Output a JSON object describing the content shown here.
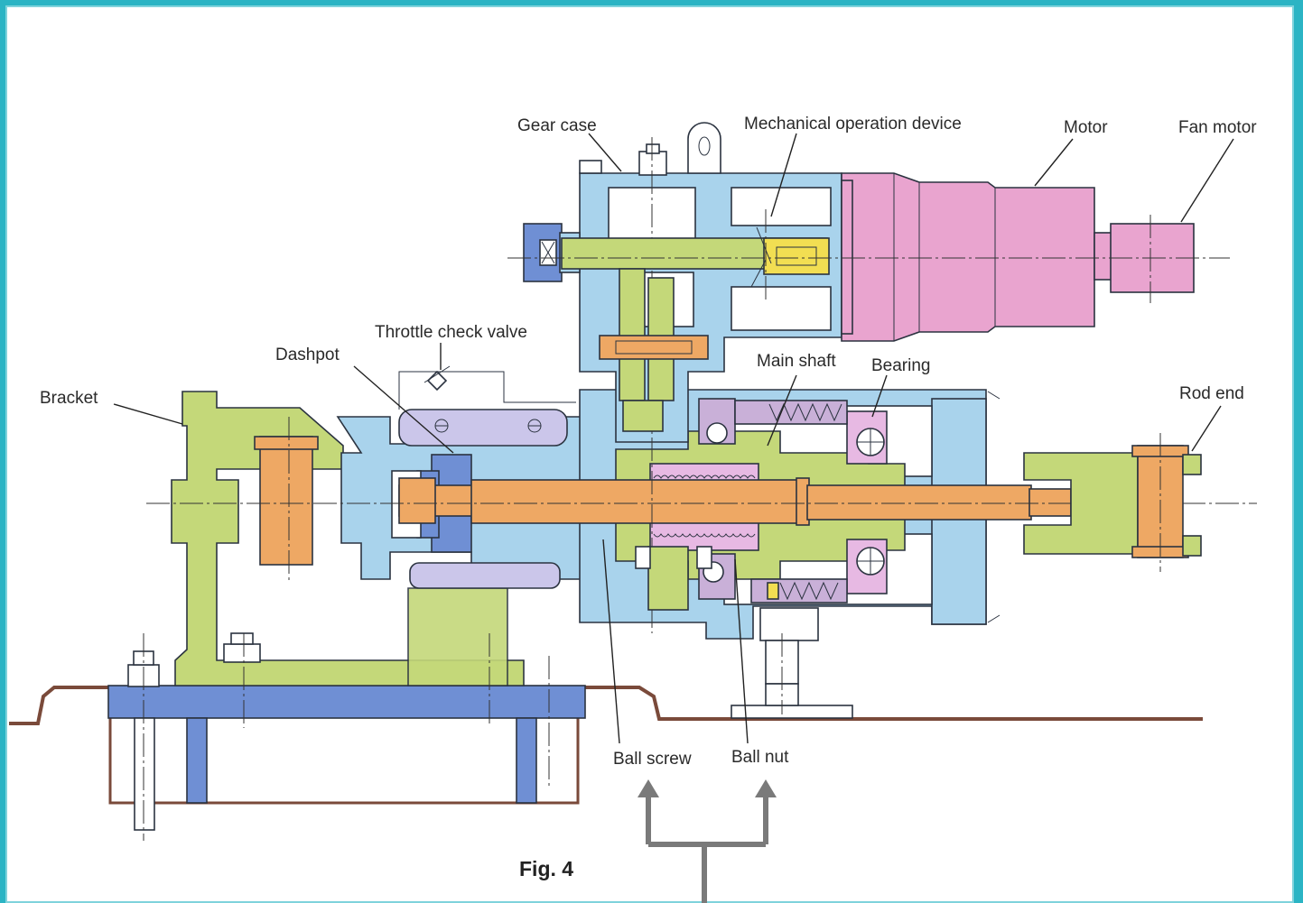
{
  "labels": {
    "gear_case": "Gear case",
    "mechanical_operation_device": "Mechanical operation device",
    "motor": "Motor",
    "fan_motor": "Fan motor",
    "throttle_check_valve": "Throttle check valve",
    "dashpot": "Dashpot",
    "main_shaft": "Main shaft",
    "bearing": "Bearing",
    "bracket": "Bracket",
    "rod_end": "Rod end",
    "ball_screw": "Ball screw",
    "ball_nut": "Ball nut"
  },
  "figure_caption": "Fig. 4",
  "colors": {
    "background_border": "#2bb4c4",
    "light_blue_casing": "#a9d3ec",
    "dark_blue_parts": "#6f8fd4",
    "yellow_green_parts": "#c4d879",
    "orange_shaft": "#eea864",
    "pink_motor": "#e9a4cf",
    "lavender_parts": "#c9b0d8",
    "yellow_parts": "#f2de52",
    "gray_arrow": "#7a7a7a"
  }
}
